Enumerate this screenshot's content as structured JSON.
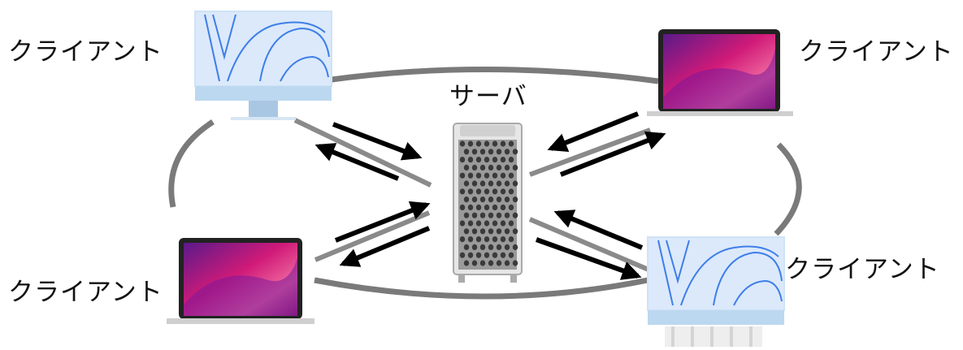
{
  "clients": [
    {
      "label": "クライアント",
      "device": "desktop-monitor"
    },
    {
      "label": "クライアント",
      "device": "laptop"
    },
    {
      "label": "クライアント",
      "device": "laptop"
    },
    {
      "label": "クライアント",
      "device": "desktop-monitor"
    }
  ],
  "server": {
    "label": "サーバ",
    "device": "tower-server"
  },
  "colors": {
    "ring": "#7a7a7a",
    "arrow": "#000000",
    "connector": "#8a8a8a",
    "monitor_screen": "#dbe9fb",
    "monitor_frame": "#cfe3f5",
    "laptop_screen": "#c2187a",
    "server_body": "#bdbdbd"
  }
}
